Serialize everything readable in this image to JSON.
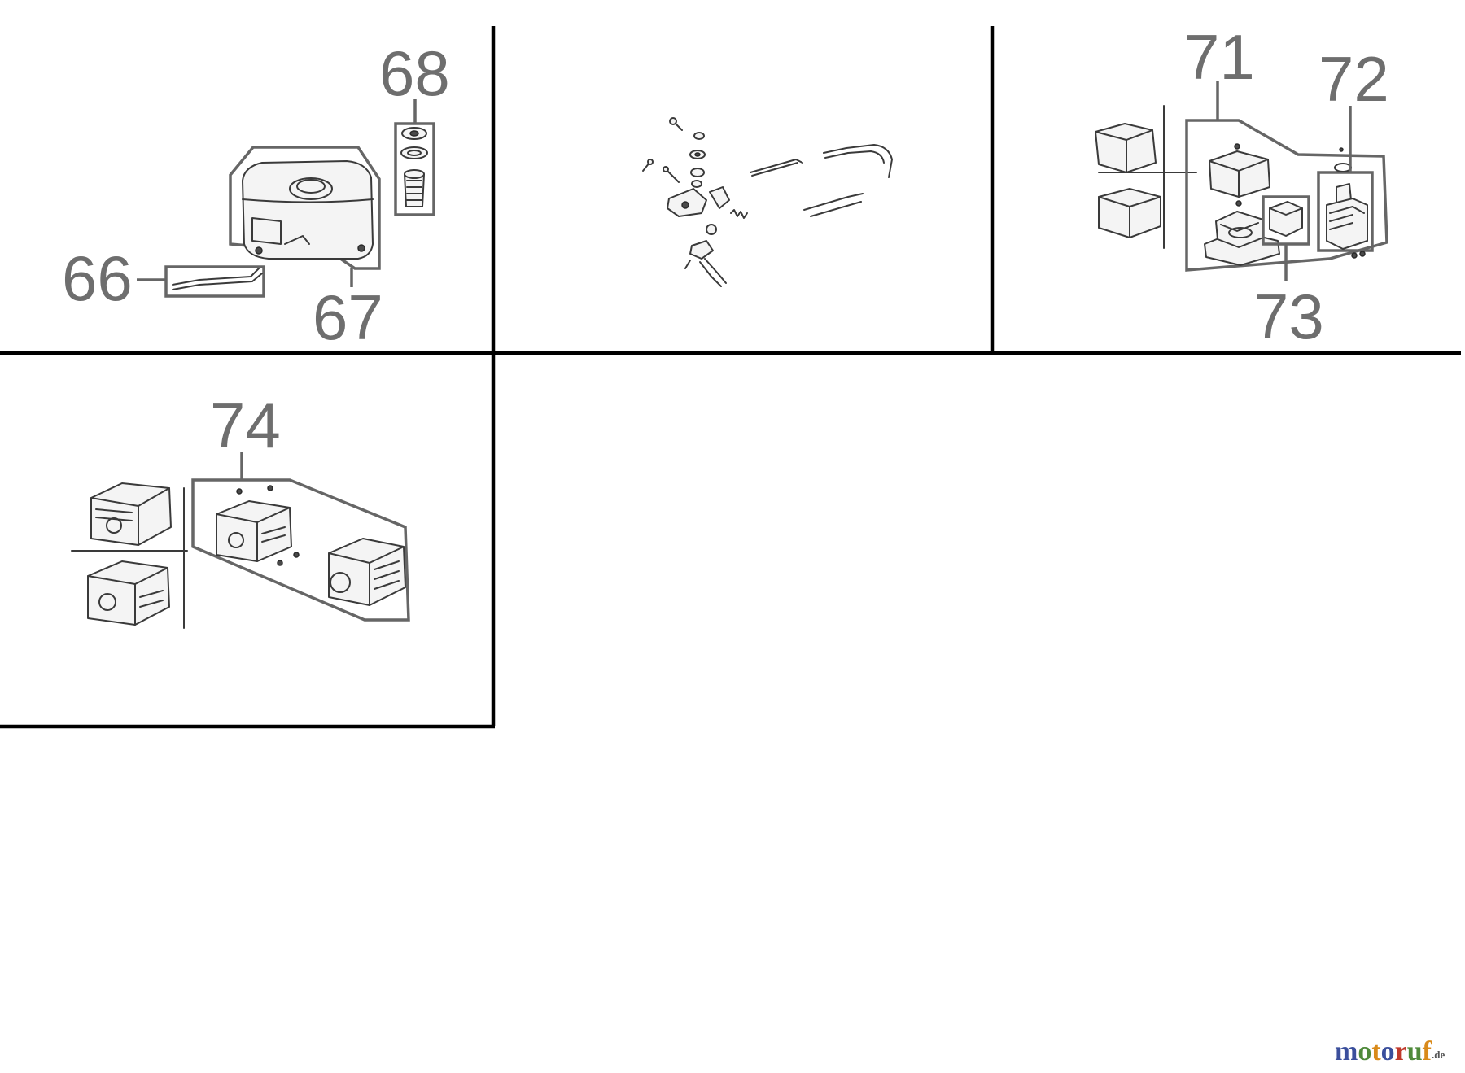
{
  "callouts": {
    "p66": "66",
    "p67": "67",
    "p68": "68",
    "p71": "71",
    "p72": "72",
    "p73": "73",
    "p74": "74"
  },
  "watermark": {
    "letters": [
      "m",
      "o",
      "t",
      "o",
      "r",
      "u",
      "f"
    ],
    "letter_colors": [
      "#3b4f9c",
      "#4f8a3a",
      "#d98a1a",
      "#3b4f9c",
      "#c0392b",
      "#4f8a3a",
      "#d98a1a"
    ],
    "suffix": ".de"
  },
  "colors": {
    "frame": "#000000",
    "callout_text": "#6e6e6e",
    "group_outline": "#666666"
  }
}
